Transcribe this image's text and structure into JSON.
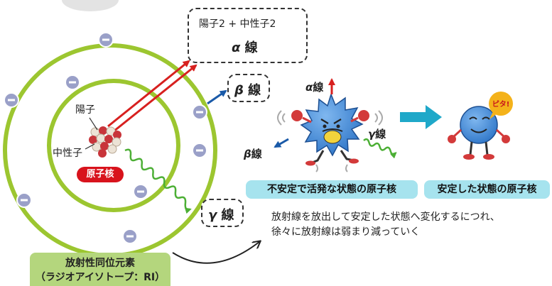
{
  "labels": {
    "proton_inline": "陽子",
    "neutron_inline": "中性子",
    "nucleus": "原子核"
  },
  "alpha_box": {
    "line1": "陽子2 + 中性子2",
    "symbol": "α",
    "ray": "線"
  },
  "beta_box": {
    "symbol": "β",
    "ray": "線"
  },
  "gamma_box": {
    "symbol": "γ",
    "ray": "線"
  },
  "emissions": {
    "alpha": {
      "symbol": "α",
      "ray": "線"
    },
    "beta": {
      "symbol": "β",
      "ray": "線"
    },
    "gamma": {
      "symbol": "γ",
      "ray": "線"
    }
  },
  "badge_text": "ピタ!",
  "unstable_label": "不安定で活発な状態の原子核",
  "stable_label": "安定した状態の原子核",
  "description": {
    "line1": "放射線を放出して安定した状態へ変化するにつれ、",
    "line2": "徐々に放射線は弱まり減っていく"
  },
  "ri_box": {
    "line1": "放射性同位元素",
    "line2": "（ラジオアイソトープ：RI）"
  },
  "electron_symbol": "−",
  "colors": {
    "orbit": "#9cc630",
    "electron": "#9aa0c8",
    "alpha_arrow": "#d7201f",
    "beta_arrow": "#1a5aa8",
    "gamma_wave": "#4caf35",
    "label_bg": "#a6e3ee",
    "ri_bg": "#b4d67d",
    "nucleus_label": "#d8131c"
  }
}
